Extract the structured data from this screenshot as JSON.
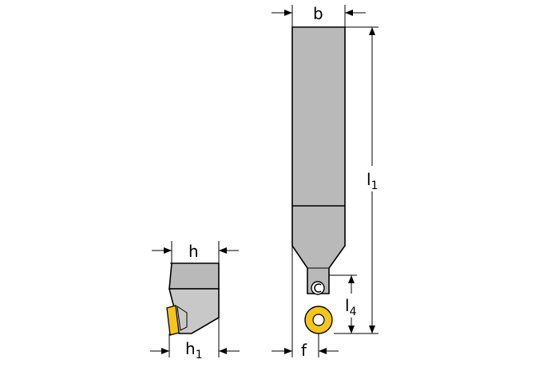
{
  "dimensions": {
    "b": {
      "main": "b",
      "sub": ""
    },
    "l1": {
      "main": "l",
      "sub": "1"
    },
    "l4": {
      "main": "l",
      "sub": "4"
    },
    "f": {
      "main": "f",
      "sub": ""
    },
    "h": {
      "main": "h",
      "sub": ""
    },
    "h1": {
      "main": "h",
      "sub": "1"
    }
  },
  "colors": {
    "body_fill": "#b9b9b9",
    "body_fill_light": "#c8c8c8",
    "insert_gold": "#f5c518",
    "outline": "#000000"
  }
}
